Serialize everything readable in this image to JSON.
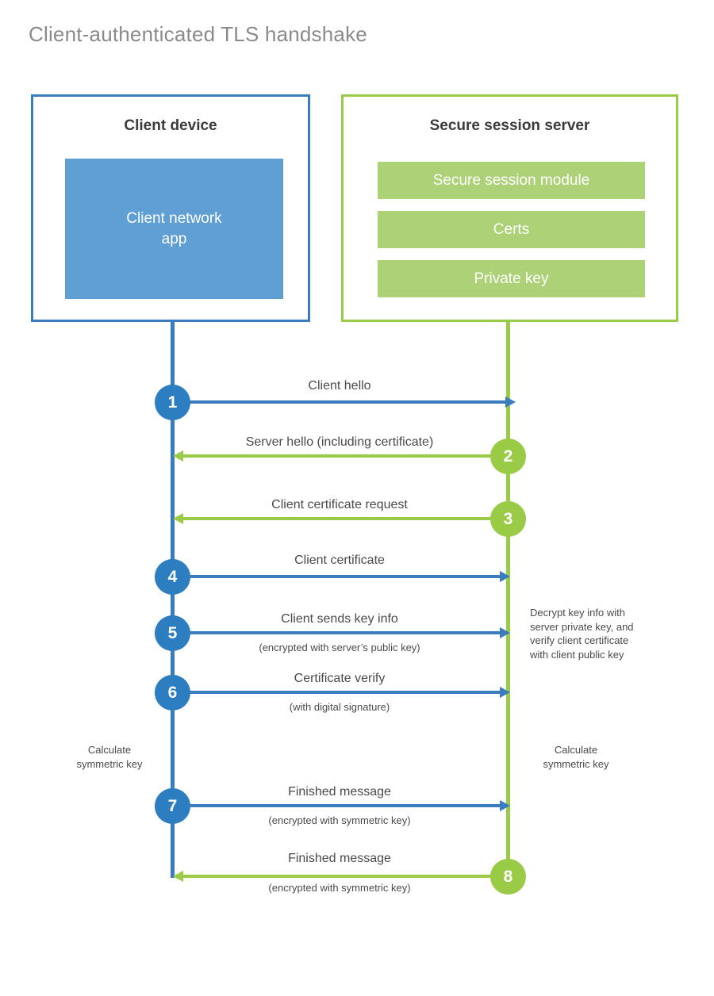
{
  "title": "Client-authenticated TLS handshake",
  "colors": {
    "client_border": "#3a7cbe",
    "client_fill": "#5f9fd4",
    "server_border": "#9acb46",
    "server_fill": "#adD176",
    "client_circle": "#2d7ec0",
    "server_circle": "#9acb46",
    "text": "#4a4a4a",
    "title_text": "#8a8a8a"
  },
  "client": {
    "title": "Client device",
    "app_label": "Client network\napp"
  },
  "server": {
    "title": "Secure session server",
    "components": [
      {
        "label": "Secure session module"
      },
      {
        "label": "Certs"
      },
      {
        "label": "Private key"
      }
    ]
  },
  "steps": [
    {
      "number": "1",
      "label": "Client hello",
      "sub": "",
      "direction": "right",
      "color": "blue"
    },
    {
      "number": "2",
      "label": "Server hello (including certificate)",
      "sub": "",
      "direction": "left",
      "color": "green"
    },
    {
      "number": "3",
      "label": "Client certificate request",
      "sub": "",
      "direction": "left",
      "color": "green"
    },
    {
      "number": "4",
      "label": "Client certificate",
      "sub": "",
      "direction": "right",
      "color": "blue"
    },
    {
      "number": "5",
      "label": "Client sends key info",
      "sub": "(encrypted with server’s public key)",
      "direction": "right",
      "color": "blue"
    },
    {
      "number": "6",
      "label": "Certificate verify",
      "sub": "(with digital signature)",
      "direction": "right",
      "color": "blue"
    },
    {
      "number": "7",
      "label": "Finished message",
      "sub": "(encrypted with symmetric key)",
      "direction": "right",
      "color": "blue"
    },
    {
      "number": "8",
      "label": "Finished message",
      "sub": "(encrypted with symmetric key)",
      "direction": "left",
      "color": "green"
    }
  ],
  "notes": {
    "server_decrypt": "Decrypt key info with\nserver private key, and\nverify client certificate\nwith client public key",
    "client_calculate": "Calculate\nsymmetric key",
    "server_calculate": "Calculate\nsymmetric key"
  }
}
